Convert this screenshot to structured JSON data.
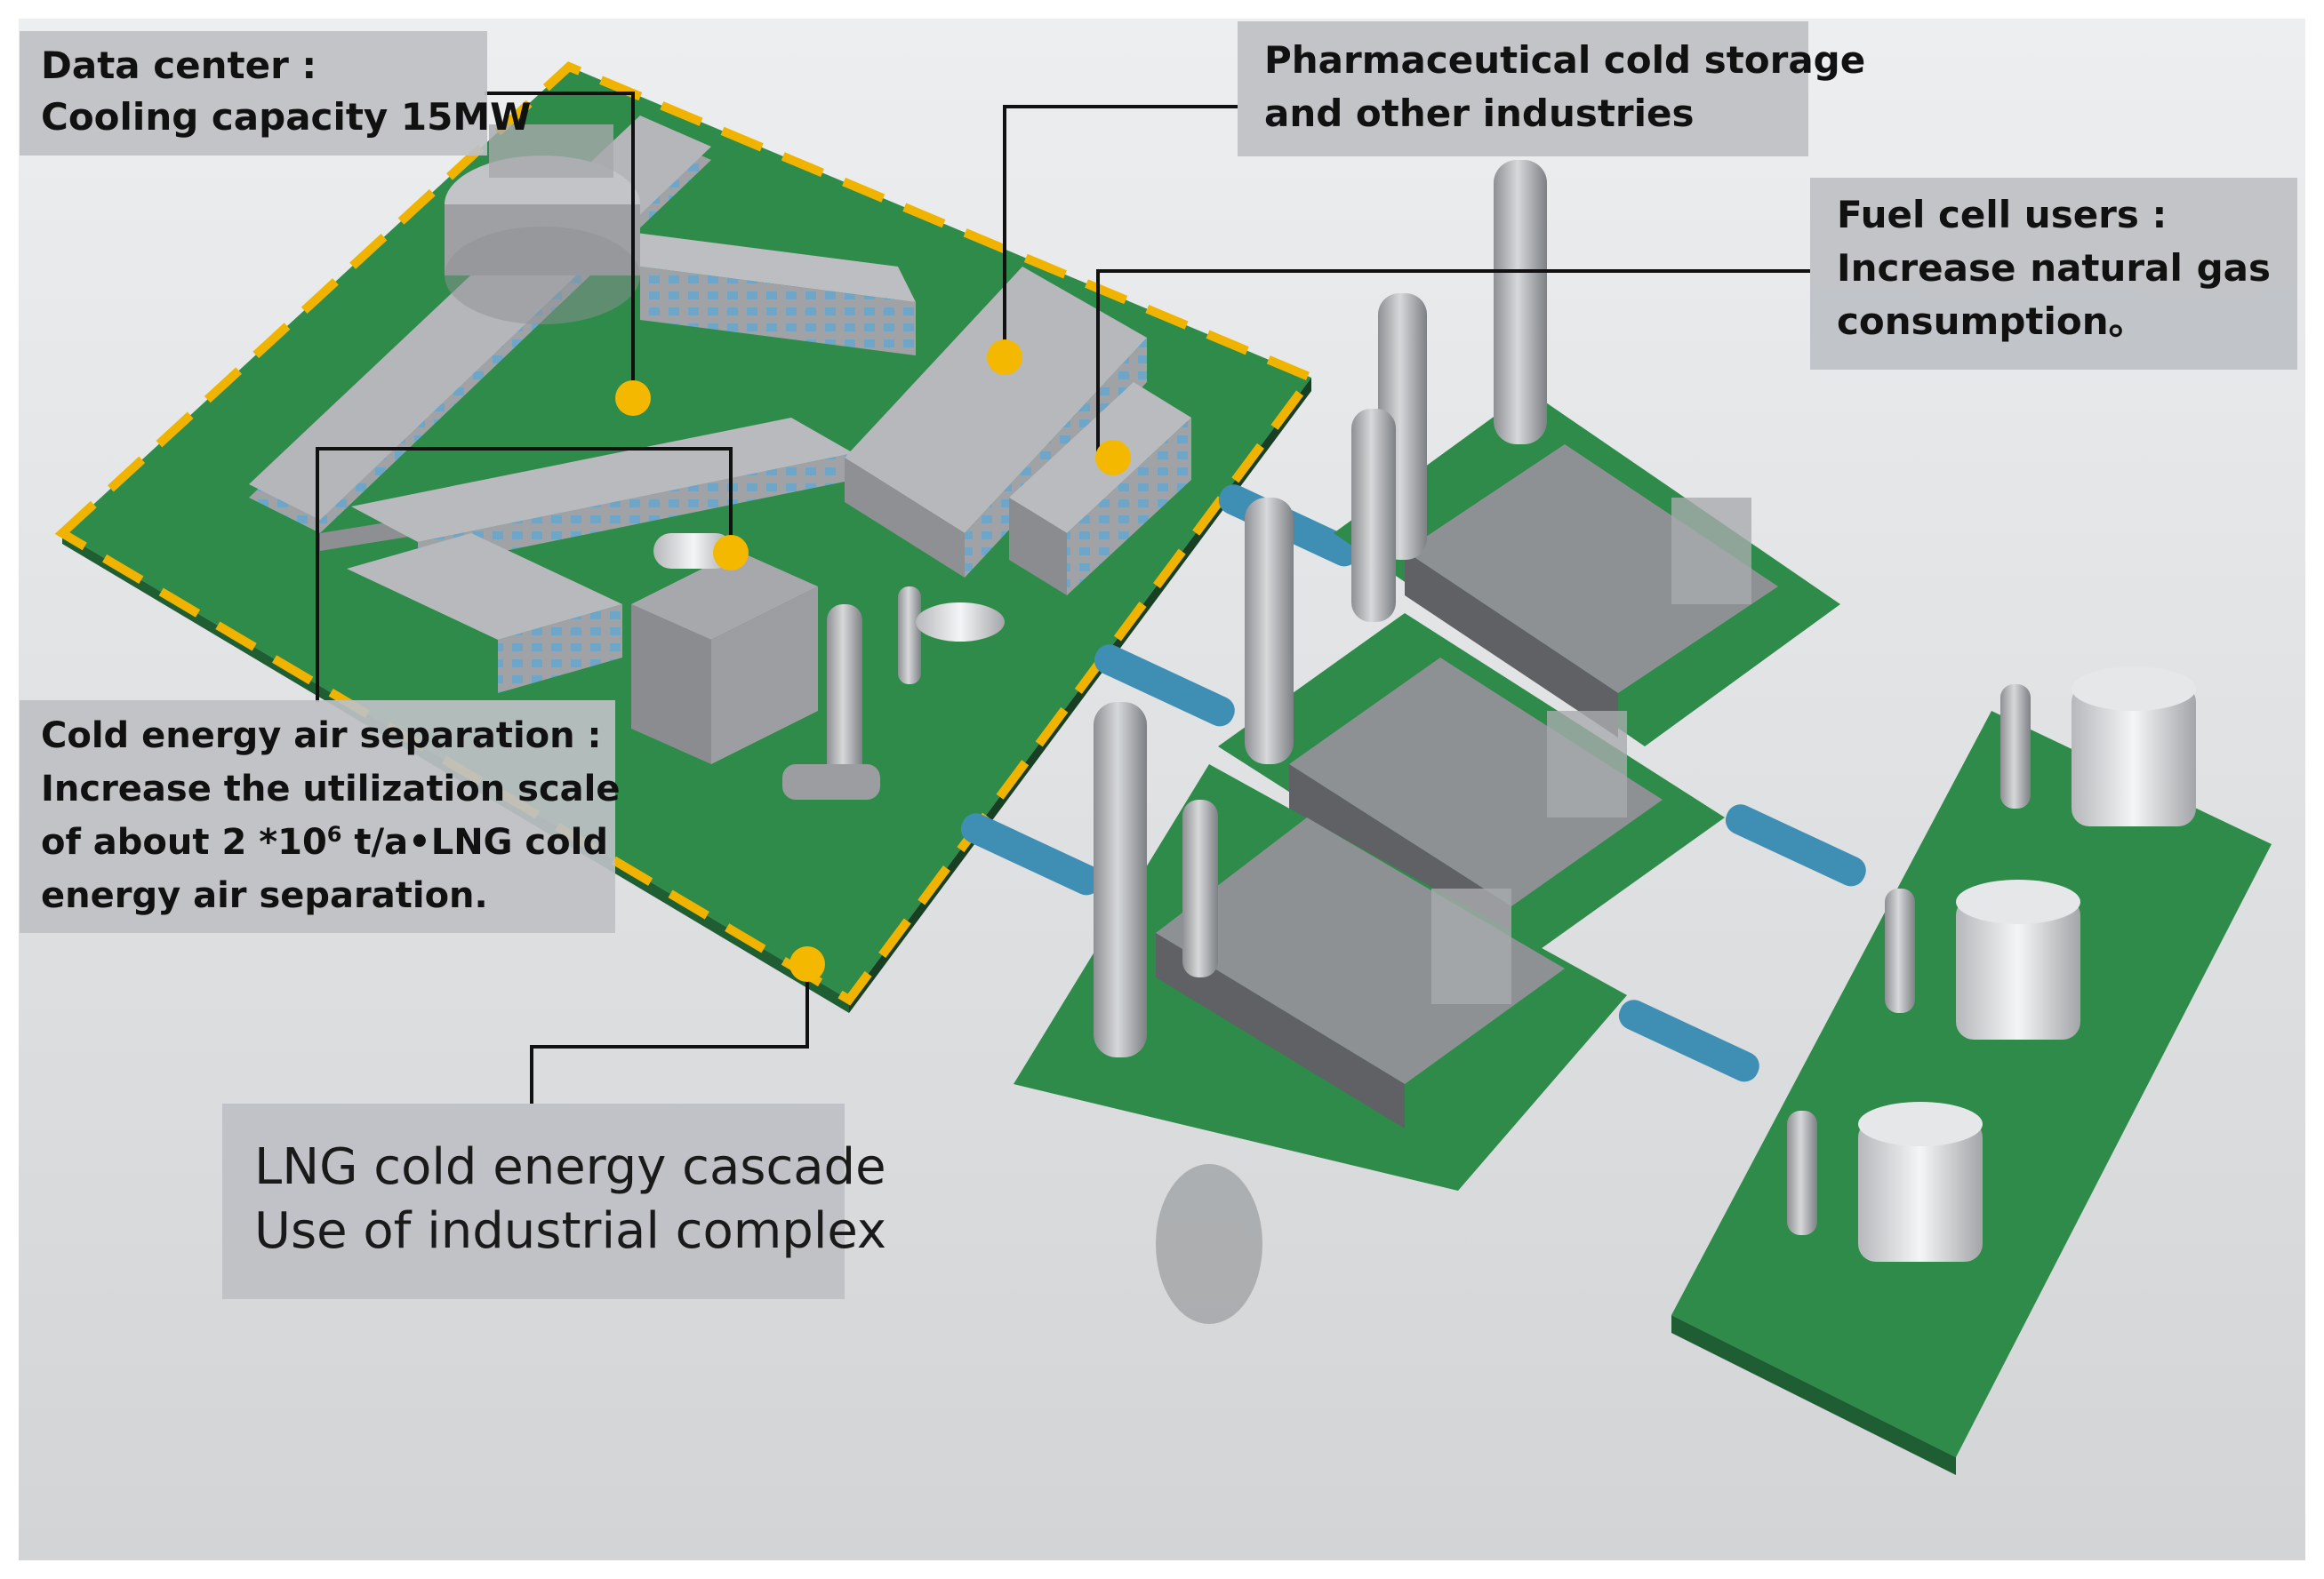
{
  "callouts": {
    "data_center": {
      "line1": "Data center :",
      "line2": "Cooling capacity 15MW"
    },
    "pharma": {
      "line1": "Pharmaceutical cold storage",
      "line2": "and other industries"
    },
    "fuel_cell": {
      "line1": "Fuel cell users :",
      "line2_words": [
        "Increase",
        "natural",
        "gas"
      ],
      "line3": "consumption。"
    },
    "air_separation": {
      "line1": "Cold energy air separation :",
      "line2": "Increase the utilization scale",
      "line3_pre": "of about 2 *10",
      "line3_sup": "6",
      "line3_post": " t/a•LNG cold",
      "line4": "energy air separation."
    },
    "lng_cascade": {
      "line1": "LNG cold energy cascade",
      "line2": "Use of industrial complex"
    }
  },
  "colors": {
    "ground": "#d9dadc",
    "platform_green": "#2e8b4a",
    "dashed_boundary": "#f0b400",
    "marker_dot": "#f5b800",
    "pipe_blue": "#3f8fb5",
    "building_gray": "#a9abad",
    "window_blue": "#6fa6c8"
  },
  "icons": [
    "marker-dot",
    "leader-line",
    "distillation-column",
    "storage-tank",
    "pipe-connector"
  ]
}
